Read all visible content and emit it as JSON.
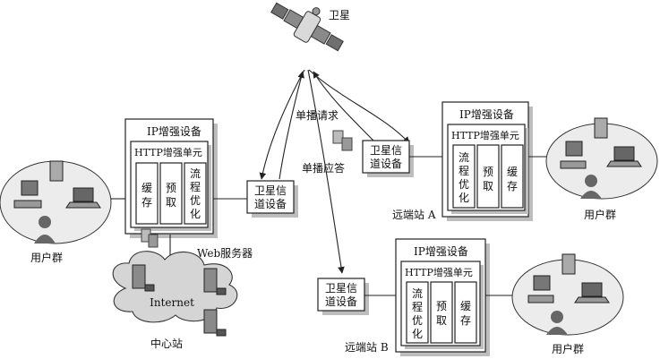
{
  "satellite": {
    "label": "卫星"
  },
  "central_station": {
    "label": "中心站",
    "ip_device": {
      "title": "IP增强设备",
      "http_unit": "HTTP增强单元",
      "modules": [
        "缓存",
        "预取",
        "流程优化"
      ]
    },
    "sat_channel": {
      "label_line1": "卫星信",
      "label_line2": "道设备"
    },
    "web_server_label": "Web服务器",
    "internet_label": "Internet",
    "user_group_label": "用户群"
  },
  "remote_a": {
    "label": "远端站 A",
    "ip_device": {
      "title": "IP增强设备",
      "http_unit": "HTTP增强单元",
      "modules": [
        "流程优化",
        "预取",
        "缓存"
      ]
    },
    "sat_channel": {
      "label_line1": "卫星信",
      "label_line2": "道设备"
    },
    "user_group_label": "用户群"
  },
  "remote_b": {
    "label": "远端站 B",
    "ip_device": {
      "title": "IP增强设备",
      "http_unit": "HTTP增强单元",
      "modules": [
        "流程优化",
        "预取",
        "缓存"
      ]
    },
    "sat_channel": {
      "label_line1": "卫星信",
      "label_line2": "道设备"
    },
    "user_group_label": "用户群"
  },
  "flows": {
    "unicast_request": "单播请求",
    "unicast_response": "单播应答"
  }
}
